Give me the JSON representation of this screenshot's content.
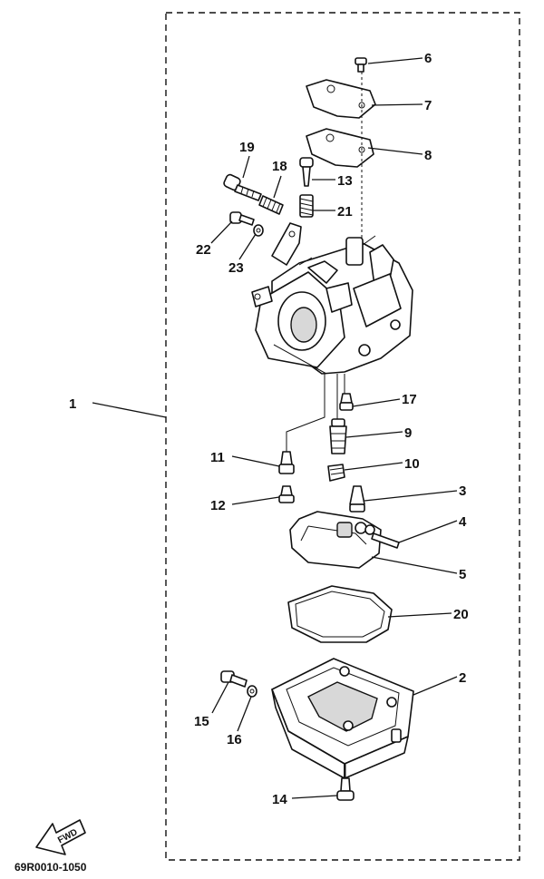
{
  "diagram": {
    "drawing_code": "69R0010-1050",
    "fwd_label": "FWD",
    "callouts": [
      {
        "id": "1",
        "part": "carburetor-assy"
      },
      {
        "id": "2",
        "part": "float-chamber"
      },
      {
        "id": "3",
        "part": "needle-valve"
      },
      {
        "id": "4",
        "part": "float-pin"
      },
      {
        "id": "5",
        "part": "float"
      },
      {
        "id": "6",
        "part": "screw"
      },
      {
        "id": "7",
        "part": "plate"
      },
      {
        "id": "8",
        "part": "gasket"
      },
      {
        "id": "9",
        "part": "main-nozzle"
      },
      {
        "id": "10",
        "part": "main-jet"
      },
      {
        "id": "11",
        "part": "pilot-jet"
      },
      {
        "id": "12",
        "part": "plug"
      },
      {
        "id": "13",
        "part": "pilot-screw"
      },
      {
        "id": "14",
        "part": "drain-screw"
      },
      {
        "id": "15",
        "part": "screw"
      },
      {
        "id": "16",
        "part": "washer"
      },
      {
        "id": "17",
        "part": "plug"
      },
      {
        "id": "18",
        "part": "spring"
      },
      {
        "id": "19",
        "part": "throttle-stop-screw"
      },
      {
        "id": "20",
        "part": "float-chamber-gasket"
      },
      {
        "id": "21",
        "part": "spring"
      },
      {
        "id": "22",
        "part": "screw"
      },
      {
        "id": "23",
        "part": "washer"
      }
    ]
  }
}
